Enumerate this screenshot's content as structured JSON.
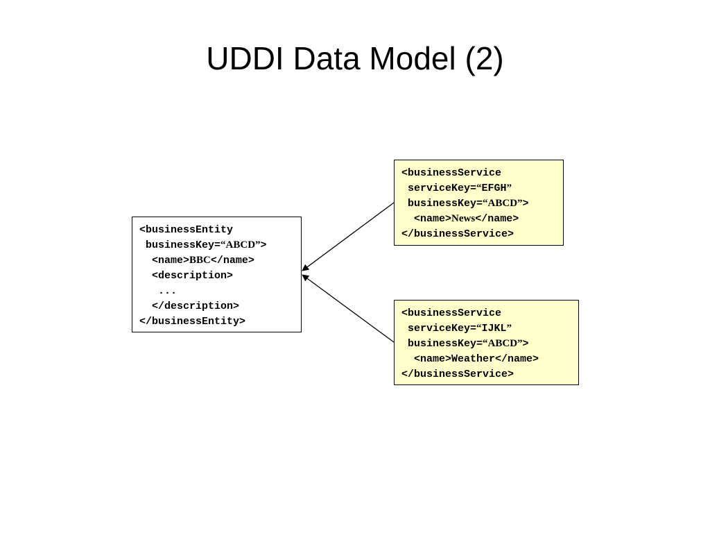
{
  "slide": {
    "title": "UDDI Data Model (2)"
  },
  "business_entity": {
    "lines": [
      [
        {
          "t": "tag",
          "v": "<businessEntity"
        }
      ],
      [
        {
          "t": "tag",
          "v": " businessKey="
        },
        {
          "t": "txt",
          "v": "“ABCD”"
        },
        {
          "t": "tag",
          "v": ">"
        }
      ],
      [
        {
          "t": "tag",
          "v": "  <name>"
        },
        {
          "t": "txt",
          "v": "BBC"
        },
        {
          "t": "tag",
          "v": "</name>"
        }
      ],
      [
        {
          "t": "tag",
          "v": "  <description>"
        }
      ],
      [
        {
          "t": "tag",
          "v": "   ..."
        }
      ],
      [
        {
          "t": "tag",
          "v": "  </description>"
        }
      ],
      [
        {
          "t": "tag",
          "v": "</businessEntity>"
        }
      ]
    ]
  },
  "business_services": [
    {
      "lines": [
        [
          {
            "t": "tag",
            "v": "<businessService"
          }
        ],
        [
          {
            "t": "tag",
            "v": " serviceKey="
          },
          {
            "t": "txt",
            "v": "“"
          },
          {
            "t": "tag",
            "v": "EFGH"
          },
          {
            "t": "txt",
            "v": "”"
          }
        ],
        [
          {
            "t": "tag",
            "v": " businessKey="
          },
          {
            "t": "txt",
            "v": "“ABCD”"
          },
          {
            "t": "tag",
            "v": ">"
          }
        ],
        [
          {
            "t": "tag",
            "v": "  <name>"
          },
          {
            "t": "txt",
            "v": "News"
          },
          {
            "t": "tag",
            "v": "</name>"
          }
        ],
        [
          {
            "t": "tag",
            "v": "</businessService>"
          }
        ]
      ]
    },
    {
      "lines": [
        [
          {
            "t": "tag",
            "v": "<businessService"
          }
        ],
        [
          {
            "t": "tag",
            "v": " serviceKey="
          },
          {
            "t": "txt",
            "v": "“"
          },
          {
            "t": "tag",
            "v": "IJKL"
          },
          {
            "t": "txt",
            "v": "”"
          }
        ],
        [
          {
            "t": "tag",
            "v": " businessKey="
          },
          {
            "t": "txt",
            "v": "“ABCD”"
          },
          {
            "t": "tag",
            "v": ">"
          }
        ],
        [
          {
            "t": "tag",
            "v": "  <name>"
          },
          {
            "t": "tag",
            "v": "Weather"
          },
          {
            "t": "tag",
            "v": "</name>"
          }
        ],
        [
          {
            "t": "tag",
            "v": "</businessService>"
          }
        ]
      ]
    }
  ],
  "colors": {
    "service_fill": "#ffffcc",
    "entity_fill": "#ffffff",
    "border": "#000000"
  }
}
